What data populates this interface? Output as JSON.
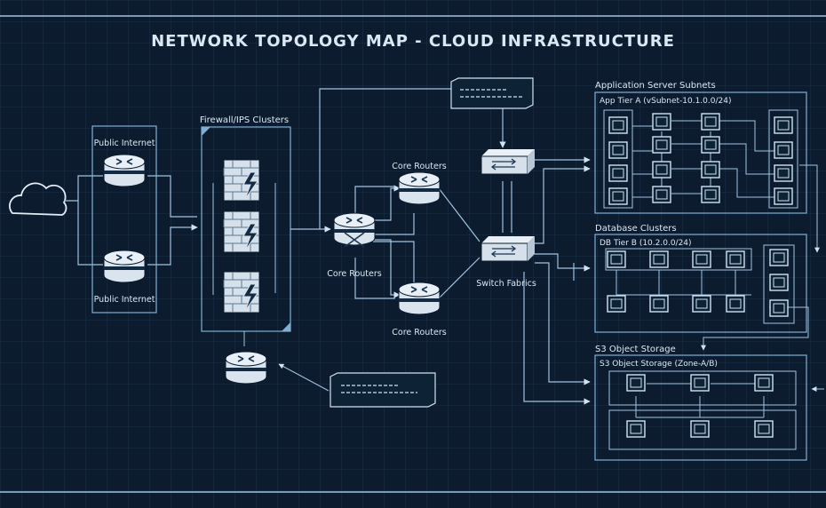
{
  "title": "NETWORK TOPOLOGY MAP - CLOUD INFRASTRUCTURE",
  "labels": {
    "public_internet_top": "Public Internet",
    "public_internet_bottom": "Public Internet",
    "firewall_clusters": "Firewall/IPS Clusters",
    "core_routers_top": "Core Routers",
    "core_routers_mid": "Core Routers",
    "core_routers_bottom": "Core Routers",
    "switch_fabrics": "Switch Fabrics",
    "app_subnets": "Application Server Subnets",
    "app_tier": "App Tier A (vSubnet-10.1.0.0/24)",
    "db_clusters": "Database Clusters",
    "db_tier": "DB Tier B (10.2.0.0/24)",
    "s3_storage": "S3 Object Storage",
    "s3_zone": "S3 Object Storage (Zone-A/B)"
  },
  "colors": {
    "background": "#0c1c2e",
    "line": "#9fc4e0",
    "text": "#dbe8f4",
    "box_border": "#7fb0d4"
  },
  "icons": [
    "cloud-icon",
    "router-icon",
    "firewall-icon",
    "switch-icon",
    "server-icon",
    "note-card-icon"
  ]
}
